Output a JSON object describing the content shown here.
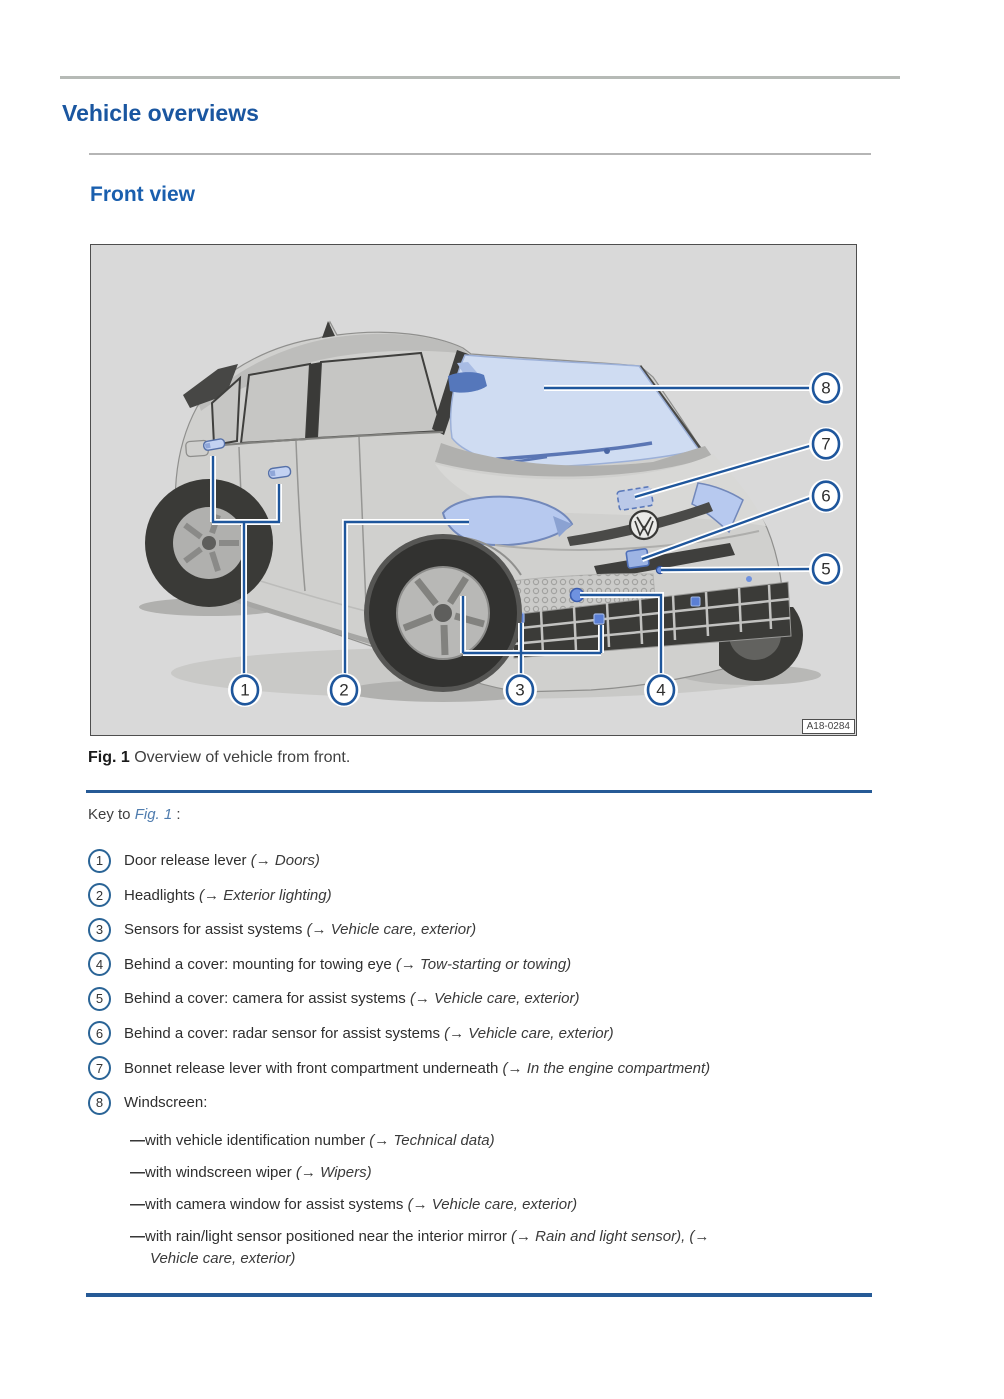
{
  "page": {
    "section_title": "Vehicle overviews",
    "subsection_title": "Front view"
  },
  "figure": {
    "image_code": "A18-0284",
    "caption_label": "Fig. 1",
    "caption_text": " Overview of vehicle from front.",
    "callouts": [
      "1",
      "2",
      "3",
      "4",
      "5",
      "6",
      "7",
      "8"
    ]
  },
  "key": {
    "intro_prefix": "Key to ",
    "intro_link": "Fig. 1",
    "intro_suffix": " :",
    "subitem_dash": "—",
    "items": [
      {
        "num": "1",
        "text": "Door release lever ",
        "ref": "(→ Doors)"
      },
      {
        "num": "2",
        "text": "Headlights ",
        "ref": "(→ Exterior lighting)"
      },
      {
        "num": "3",
        "text": "Sensors for assist systems ",
        "ref": "(→ Vehicle care, exterior)"
      },
      {
        "num": "4",
        "text": "Behind a cover: mounting for towing eye ",
        "ref": "(→ Tow-starting or towing)"
      },
      {
        "num": "5",
        "text": "Behind a cover: camera for assist systems ",
        "ref": "(→ Vehicle care, exterior)"
      },
      {
        "num": "6",
        "text": "Behind a cover: radar sensor for assist systems ",
        "ref": "(→ Vehicle care, exterior)"
      },
      {
        "num": "7",
        "text": "Bonnet release lever with front compartment underneath ",
        "ref": "(→ In the engine compartment)"
      },
      {
        "num": "8",
        "text": "Windscreen:",
        "ref": ""
      }
    ],
    "subitems": [
      {
        "text": "with vehicle identification number ",
        "ref": "(→ Technical data)"
      },
      {
        "text": "with windscreen wiper ",
        "ref": "(→ Wipers)"
      },
      {
        "text": "with camera window for assist systems ",
        "ref": "(→ Vehicle care, exterior)"
      },
      {
        "text": "with rain/light sensor positioned near the interior mirror ",
        "ref": "(→ Rain and light sensor), (→",
        "ref2": "Vehicle care, exterior)"
      }
    ]
  },
  "colors": {
    "heading_blue": "#1a56a0",
    "subheading_blue": "#1a5fae",
    "rule_blue": "#265a96",
    "callout_blue": "#1e569c",
    "highlight_blue": "#b7c9ef",
    "figure_background": "#d9d9d9"
  }
}
